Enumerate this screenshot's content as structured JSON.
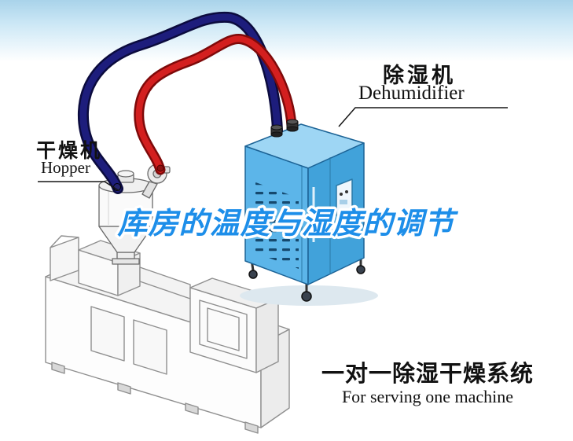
{
  "labels": {
    "dehumidifier": {
      "zh": "除湿机",
      "en": "Dehumidifier"
    },
    "dryer": {
      "zh": "干燥机",
      "en": "Hopper"
    },
    "title": {
      "zh": "库房的温度与湿度的调节"
    },
    "caption": {
      "zh": "一对一除湿干燥系统",
      "en": "For serving one machine"
    }
  },
  "colors": {
    "sky_top": "#a9d3ea",
    "title_blue": "#1d8ee9",
    "pipe_red": "#d31f1f",
    "pipe_red_dark": "#7e0a0a",
    "pipe_navy": "#1d1d7c",
    "pipe_navy_dark": "#0b0b3e",
    "machine_front": "#5cb5e9",
    "machine_side": "#41a2da",
    "machine_top": "#9ed6f4",
    "text_black": "#111111"
  }
}
